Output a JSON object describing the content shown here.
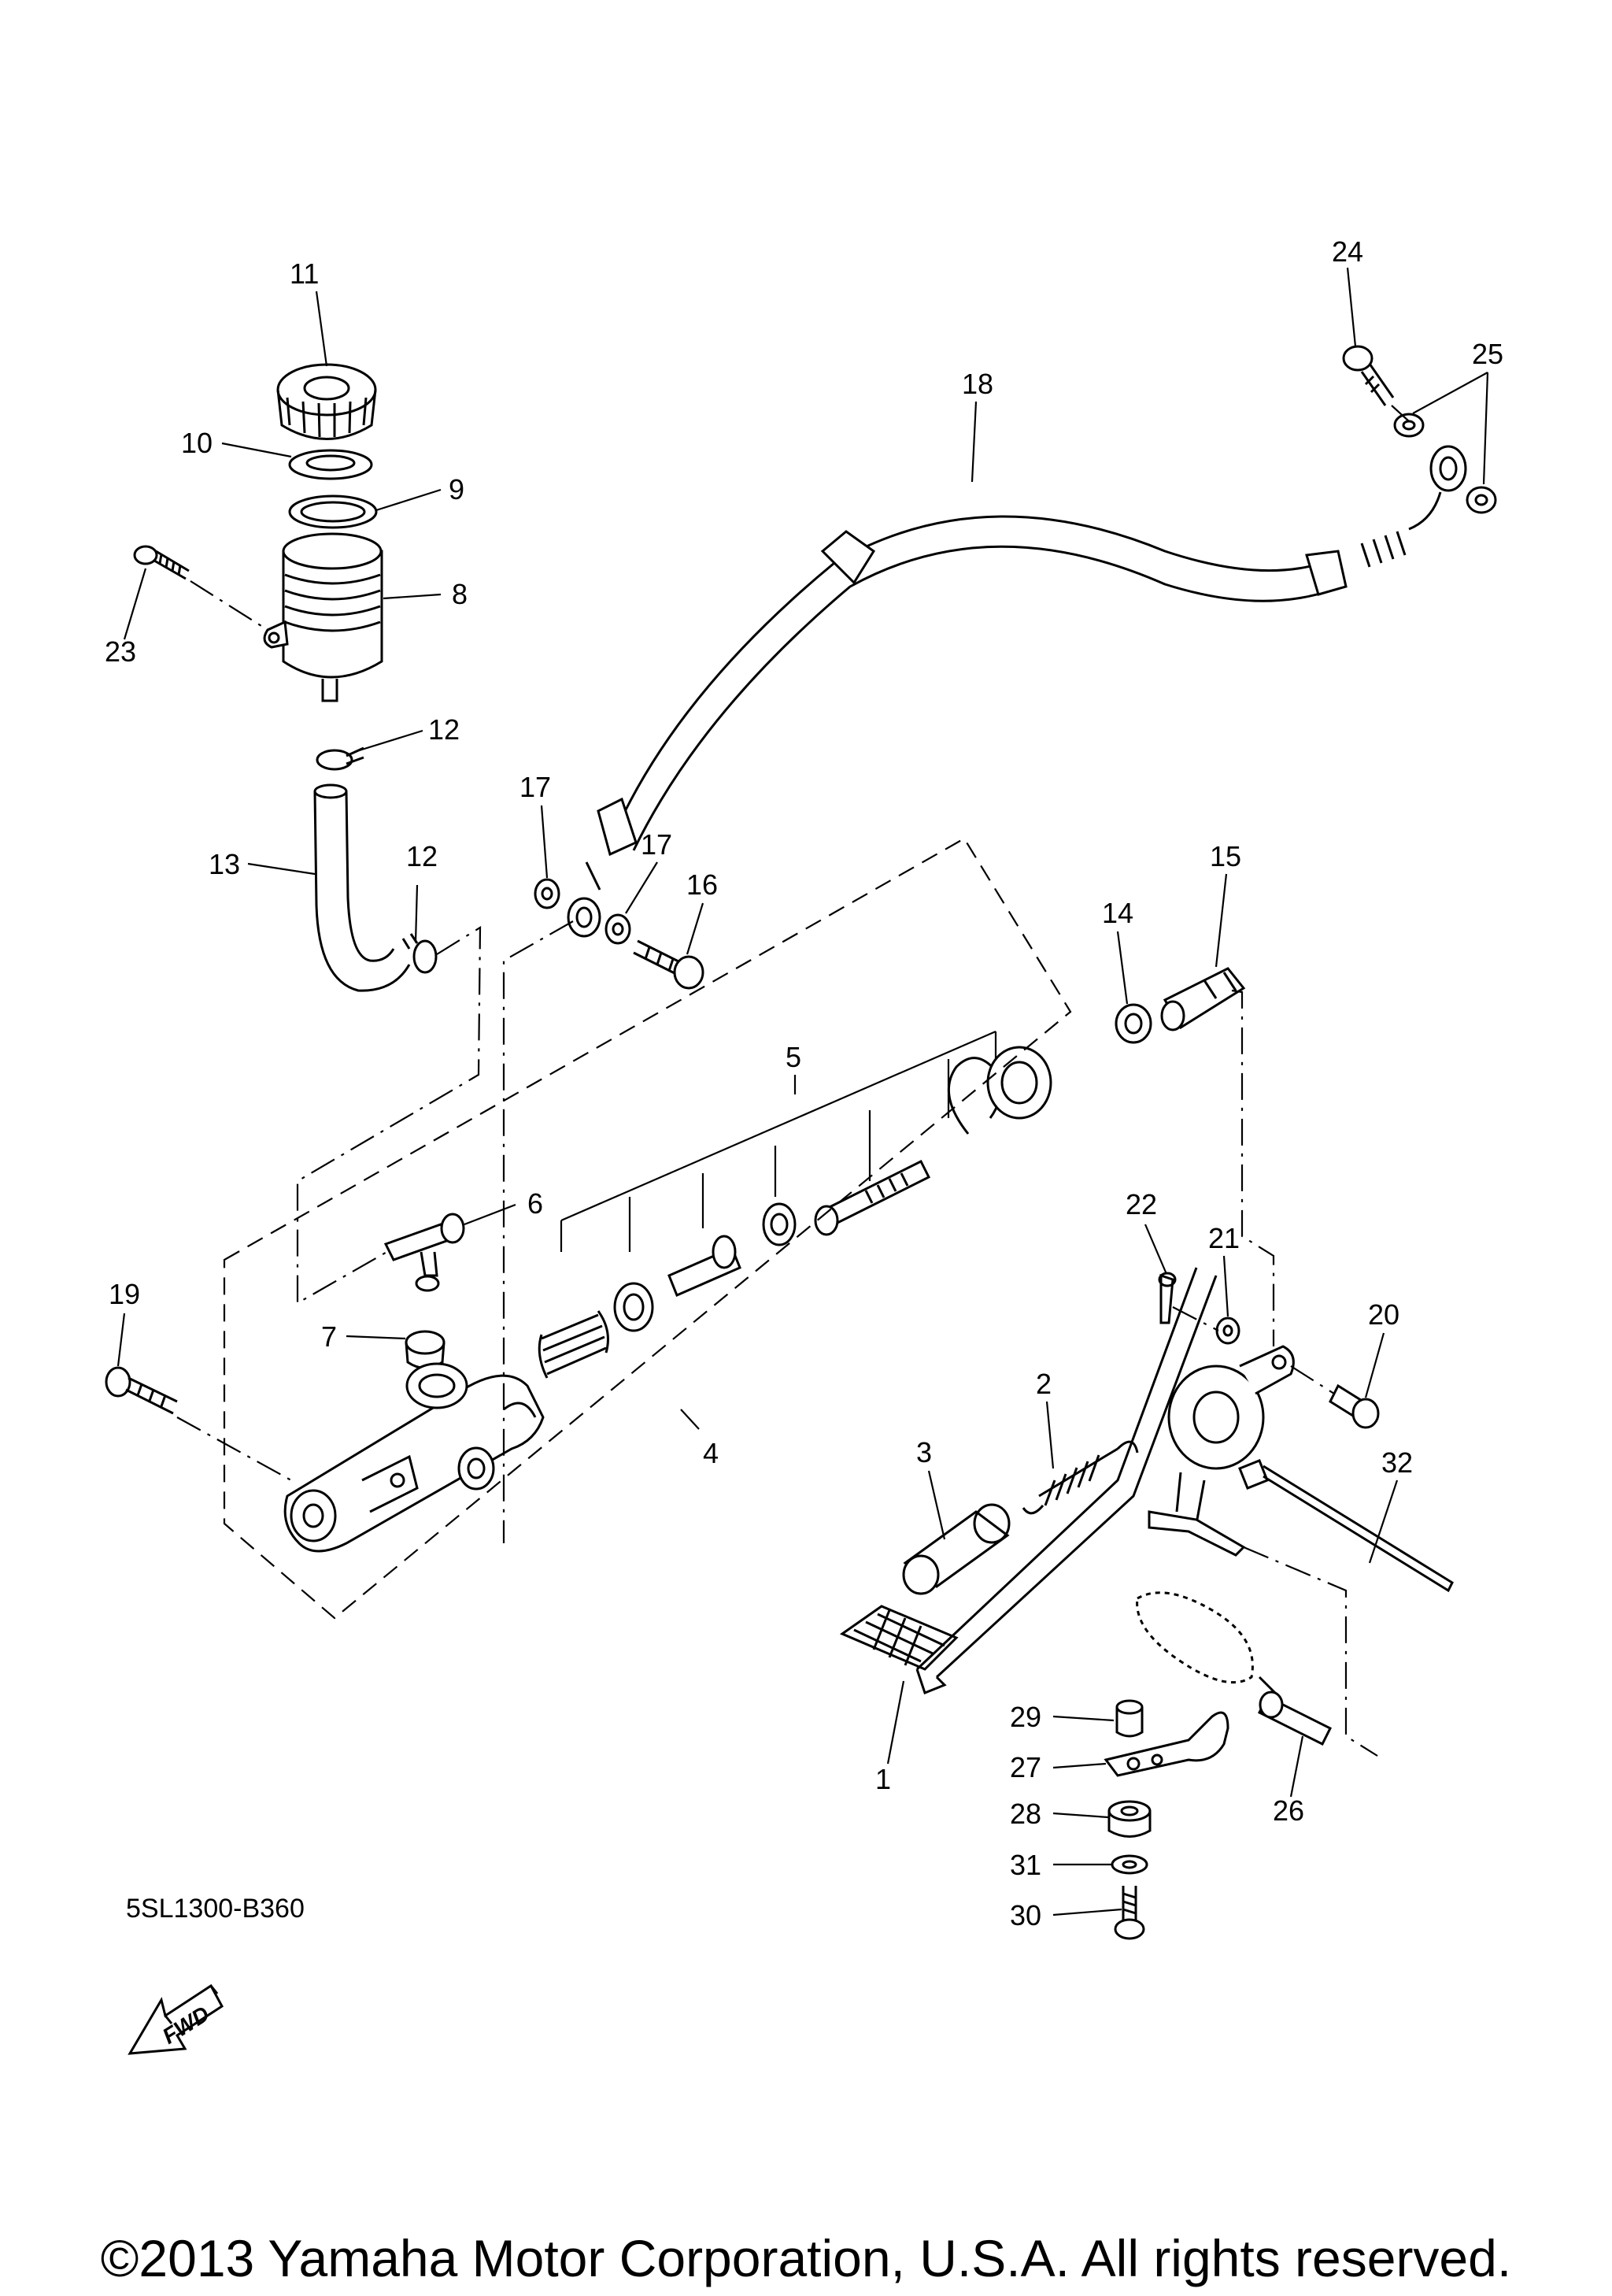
{
  "callouts": [
    {
      "n": "1"
    },
    {
      "n": "2"
    },
    {
      "n": "3"
    },
    {
      "n": "4"
    },
    {
      "n": "5"
    },
    {
      "n": "6"
    },
    {
      "n": "7"
    },
    {
      "n": "8"
    },
    {
      "n": "9"
    },
    {
      "n": "10"
    },
    {
      "n": "11"
    },
    {
      "n": "12"
    },
    {
      "n": "12"
    },
    {
      "n": "13"
    },
    {
      "n": "14"
    },
    {
      "n": "15"
    },
    {
      "n": "16"
    },
    {
      "n": "17"
    },
    {
      "n": "17"
    },
    {
      "n": "18"
    },
    {
      "n": "19"
    },
    {
      "n": "20"
    },
    {
      "n": "21"
    },
    {
      "n": "22"
    },
    {
      "n": "23"
    },
    {
      "n": "24"
    },
    {
      "n": "25"
    },
    {
      "n": "26"
    },
    {
      "n": "27"
    },
    {
      "n": "28"
    },
    {
      "n": "29"
    },
    {
      "n": "30"
    },
    {
      "n": "31"
    },
    {
      "n": "32"
    }
  ],
  "fwd_label": "FWD",
  "drawing_code": "5SL1300-B360",
  "copyright": "©2013 Yamaha Motor Corporation, U.S.A. All rights reserved."
}
